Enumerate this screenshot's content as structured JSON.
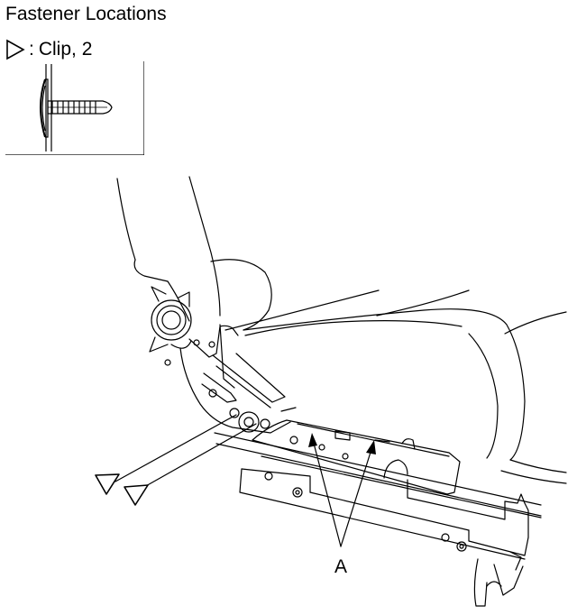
{
  "title": "Fastener Locations",
  "legend": {
    "symbol": "triangle-outline-icon",
    "separator": ":",
    "item": "Clip, 2"
  },
  "callout": "A",
  "colors": {
    "line": "#000000",
    "background": "#ffffff"
  }
}
